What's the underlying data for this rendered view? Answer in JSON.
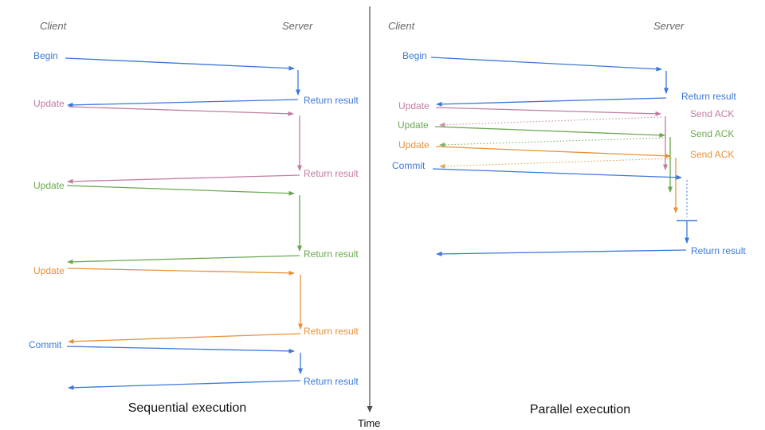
{
  "diagram": {
    "time_axis_label": "Time",
    "colors": {
      "blue": "#3C78D8",
      "pink": "#C27BA0",
      "green": "#6AA84F",
      "orange": "#E69138",
      "axis": "#4d4d4d"
    },
    "left": {
      "title": "Sequential execution",
      "client_header": "Client",
      "server_header": "Server",
      "messages": [
        {
          "label": "Begin",
          "color": "#3C78D8",
          "response": "Return result"
        },
        {
          "label": "Update",
          "color": "#C27BA0",
          "response": "Return result"
        },
        {
          "label": "Update",
          "color": "#6AA84F",
          "response": "Return result"
        },
        {
          "label": "Update",
          "color": "#E69138",
          "response": "Return result"
        },
        {
          "label": "Commit",
          "color": "#3C78D8",
          "response": "Return result"
        }
      ]
    },
    "right": {
      "title": "Parallel execution",
      "client_header": "Client",
      "server_header": "Server",
      "messages": [
        {
          "label": "Begin",
          "color": "#3C78D8",
          "response": "Return result"
        },
        {
          "label": "Update",
          "color": "#C27BA0",
          "response": "Send ACK"
        },
        {
          "label": "Update",
          "color": "#6AA84F",
          "response": "Send ACK"
        },
        {
          "label": "Update",
          "color": "#E69138",
          "response": "Send ACK"
        },
        {
          "label": "Commit",
          "color": "#3C78D8",
          "response": "Return result"
        }
      ]
    }
  }
}
